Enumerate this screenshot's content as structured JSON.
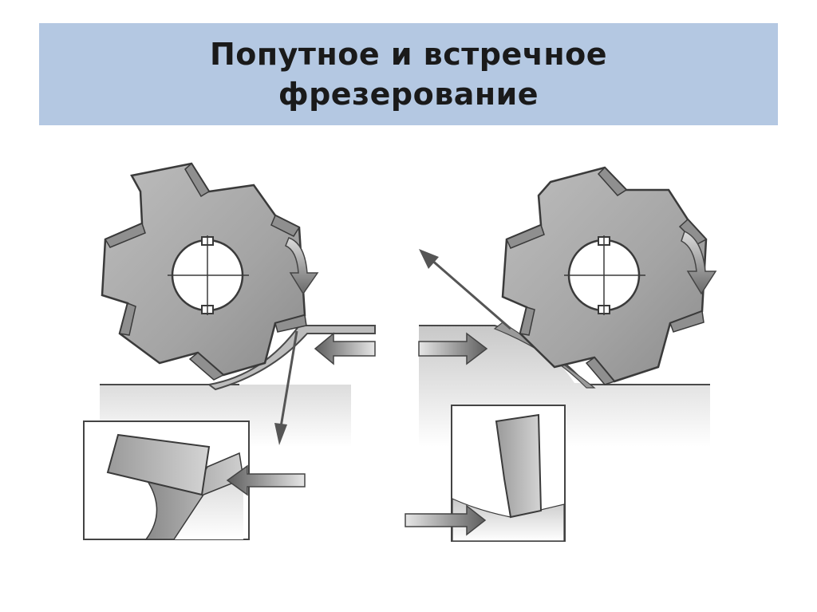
{
  "slide": {
    "title_line1": "Попутное и встречное",
    "title_line2": "фрезерование"
  },
  "colors": {
    "title_band": "#b4c8e2",
    "cutter_fill": "#a9a9a9",
    "cutter_stroke": "#3a3a3a",
    "workpiece": "#d2d2d2",
    "arrow": "#666666"
  },
  "figures": [
    {
      "name": "climb-milling",
      "rotation": "clockwise",
      "feed": "left"
    },
    {
      "name": "conventional-milling",
      "rotation": "clockwise",
      "feed": "right"
    }
  ]
}
